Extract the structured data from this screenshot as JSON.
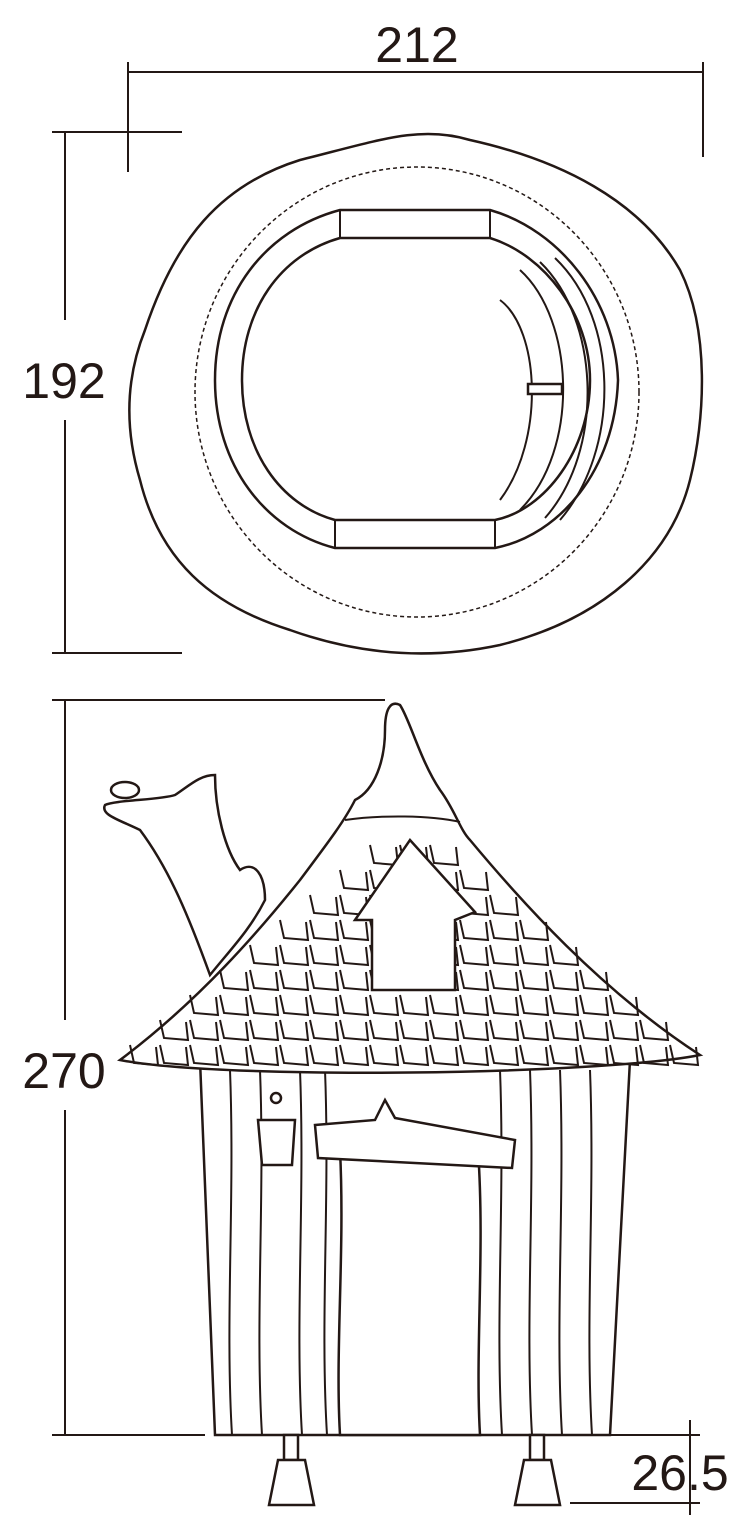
{
  "dimensions": {
    "width_top": "212",
    "depth_top": "192",
    "height_total": "270",
    "base_height": "26.5"
  },
  "colors": {
    "line": "#231815",
    "background": "#ffffff"
  }
}
